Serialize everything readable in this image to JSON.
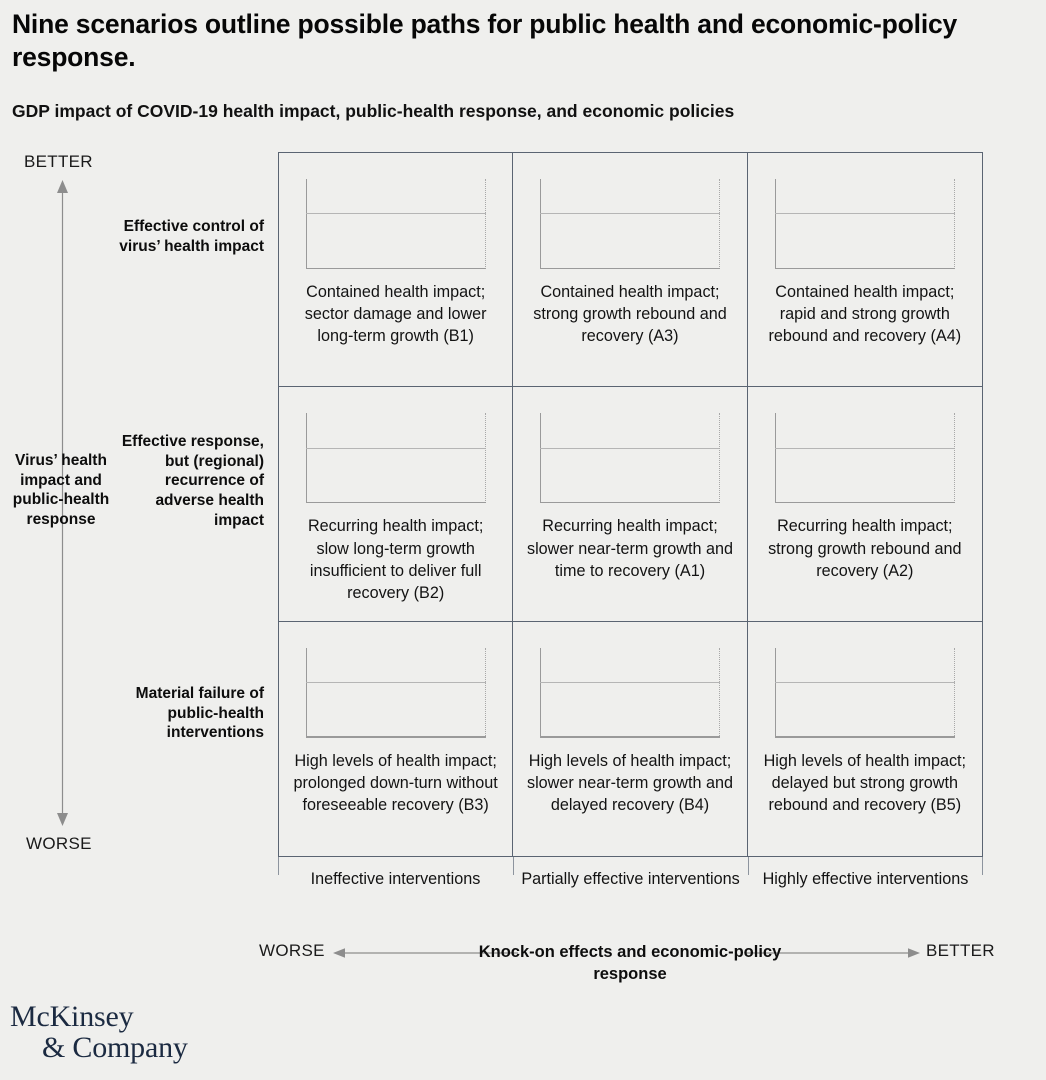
{
  "header": {
    "title": "Nine scenarios outline possible paths for public health and economic-policy response.",
    "subtitle": "GDP impact of COVID-19 health impact, public-health response, and economic policies"
  },
  "y_axis": {
    "top_label": "BETTER",
    "bottom_label": "WORSE",
    "title": "Virus’ health impact and public-health response",
    "arrow_icon": "up-arrow-icon"
  },
  "x_axis": {
    "left_label": "WORSE",
    "right_label": "BETTER",
    "title": "Knock-on effects and economic-policy response",
    "left_arrow_icon": "left-arrow-icon",
    "right_arrow_icon": "right-arrow-icon"
  },
  "row_labels": [
    "Effective control of virus’ health impact",
    "Effective response, but (regional) recurrence of adverse health impact",
    "Material failure of public-health interventions"
  ],
  "column_headers": [
    "Ineffective interventions",
    "Partially effective interventions",
    "Highly effective interventions"
  ],
  "cells": [
    [
      {
        "text": "Contained health impact; sector damage and lower long-term growth (B1)",
        "code": "B1"
      },
      {
        "text": "Contained health impact; strong growth rebound and recovery (A3)",
        "code": "A3"
      },
      {
        "text": "Contained health impact; rapid and strong growth rebound and recovery (A4)",
        "code": "A4"
      }
    ],
    [
      {
        "text": "Recurring health impact; slow long-term growth insufficient to deliver full recovery (B2)",
        "code": "B2"
      },
      {
        "text": "Recurring health impact; slower near-term growth and time to recovery (A1)",
        "code": "A1"
      },
      {
        "text": "Recurring health impact; strong growth rebound and recovery (A2)",
        "code": "A2"
      }
    ],
    [
      {
        "text": "High levels of health impact; prolonged down-turn without foreseeable recovery (B3)",
        "code": "B3"
      },
      {
        "text": "High levels of health impact; slower near-term growth and delayed recovery (B4)",
        "code": "B4"
      },
      {
        "text": "High levels of health impact; delayed but strong growth rebound and recovery (B5)",
        "code": "B5"
      }
    ]
  ],
  "logo": {
    "line1": "McKinsey",
    "line2": "& Company"
  },
  "colors": {
    "background": "#efefed",
    "grid_line": "#5a6472",
    "text": "#111111",
    "logo": "#1b2a41",
    "axis_arrow": "#8d8d8d",
    "minichart_axis": "#9a9a9a"
  },
  "chart_data": {
    "type": "table",
    "title": "Nine scenarios outline possible paths for public health and economic-policy response.",
    "subtitle": "GDP impact of COVID-19 health impact, public-health response, and economic policies",
    "xlabel": "Knock-on effects and economic-policy response",
    "ylabel": "Virus’ health impact and public-health response",
    "x_direction": [
      "WORSE",
      "BETTER"
    ],
    "y_direction": [
      "WORSE",
      "BETTER"
    ],
    "categories": [
      "Ineffective interventions",
      "Partially effective interventions",
      "Highly effective interventions"
    ],
    "rows": [
      "Effective control of virus’ health impact",
      "Effective response, but (regional) recurrence of adverse health impact",
      "Material failure of public-health interventions"
    ],
    "values": [
      [
        "B1",
        "A3",
        "A4"
      ],
      [
        "B2",
        "A1",
        "A2"
      ],
      [
        "B3",
        "B4",
        "B5"
      ]
    ],
    "grid": true,
    "legend": "none",
    "notes": "Each of the nine matrix cells contains a small empty GDP-trajectory axis frame (vertical axis, horizontal baseline, one horizontal reference gridline at ~38% height, and a dotted vertical line at the right edge) above its scenario description."
  }
}
